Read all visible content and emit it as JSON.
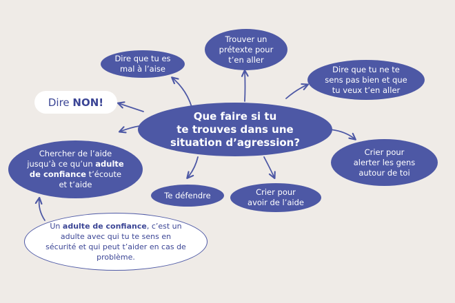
{
  "center": {
    "text": "Que faire si tu\nte trouves dans une\nsituation d’agression?"
  },
  "nodes": {
    "mal_a_laise": "Dire que tu es\nmal à l’aise",
    "pretexte": "Trouver un\nprétexte pour\nt’en aller",
    "pas_bien": "Dire que tu ne te\nsens pas bien et que\ntu veux t’en aller",
    "dire_non": {
      "prefix": "Dire ",
      "bold": "NON!"
    },
    "chercher": {
      "part1": "Chercher de l’aide\njusqu’à ce qu’un ",
      "bold": "adulte\nde confiance",
      "part2": " t’écoute\net t’aide"
    },
    "defendre": "Te défendre",
    "crier_aide": "Crier pour\navoir de l’aide",
    "crier_alerter": "Crier pour\nalerter les gens\nautour de toi"
  },
  "info": {
    "part1": "Un ",
    "bold": "adulte de confiance",
    "part2": ", c’est un adulte avec qui tu te sens en sécurité et qui peut t’aider en cas de problème."
  },
  "colors": {
    "bubble": "#4d58a5",
    "background": "#efebe7",
    "text_dark": "#3b4595"
  }
}
